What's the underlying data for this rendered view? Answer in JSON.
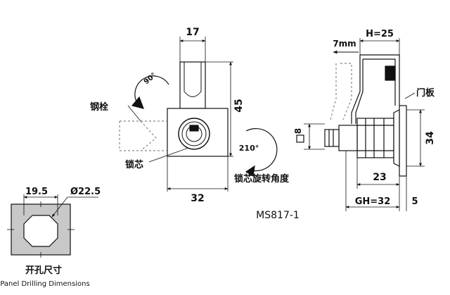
{
  "front_view": {
    "width_top": "17",
    "height": "45",
    "width_bottom": "32",
    "rotation_small": "90°",
    "rotation_large": "210°",
    "label_bolt": "钢栓",
    "label_core": "锁芯",
    "label_rotation": "锁芯旋转角度"
  },
  "side_view": {
    "travel": "7mm",
    "h": "H=25",
    "label_panel": "门板",
    "square": "8",
    "height": "34",
    "depth": "23",
    "gh": "GH=32",
    "panel_thickness": "5"
  },
  "cutout": {
    "flat": "19.5",
    "diameter": "Ø22.5",
    "title_cn": "开孔尺寸",
    "title_en": "Panel Drilling Dimensions"
  },
  "model": "MS817-1",
  "colors": {
    "line": "#111111",
    "fill_gray": "#c8c8c8",
    "hidden": "#888888"
  }
}
